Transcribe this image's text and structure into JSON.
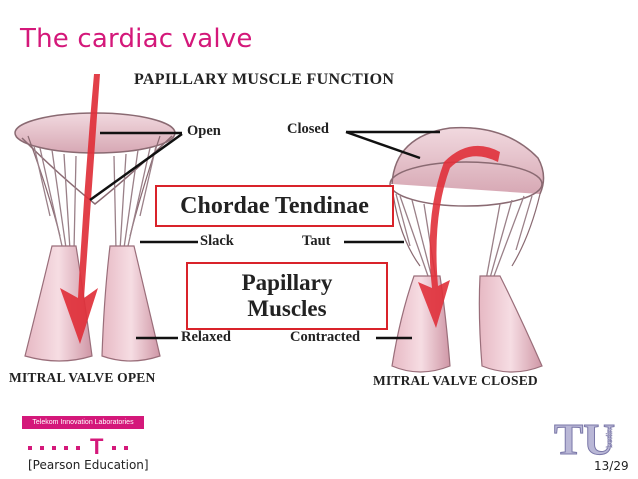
{
  "slide": {
    "title": "The cardiac valve",
    "source": "[Pearson Education]",
    "page": "13/29"
  },
  "figure": {
    "title": "PAPILLARY MUSCLE FUNCTION",
    "labels": {
      "open": "Open",
      "closed": "Closed",
      "slack": "Slack",
      "taut": "Taut",
      "relaxed": "Relaxed",
      "contracted": "Contracted"
    },
    "boxes": {
      "chordae": "Chordae Tendinae",
      "papillary_line1": "Papillary",
      "papillary_line2": "Muscles"
    },
    "captions": {
      "left": "MITRAL VALVE OPEN",
      "right": "MITRAL VALVE CLOSED"
    }
  },
  "footer": {
    "lab_name": "Telekom Innovation Laboratories",
    "logo_letter": "T",
    "tu_letters": "TU",
    "tu_city": "berlin"
  },
  "colors": {
    "title": "#d4187a",
    "box_border": "#d9232a",
    "arrow": "#e0303a",
    "tissue": "#e8c4cc"
  }
}
